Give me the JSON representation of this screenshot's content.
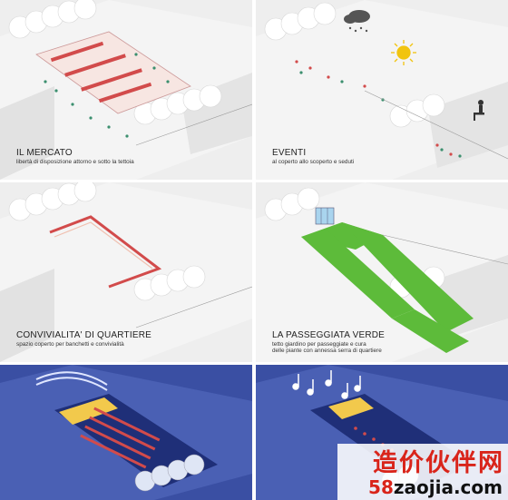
{
  "panels": [
    {
      "title": "IL MERCATO",
      "subtitle": "libertà di disposizione attorno e sotto la tettoia"
    },
    {
      "title": "EVENTI",
      "subtitle": "al coperto allo scoperto e seduti"
    },
    {
      "title": "CONVIVIALITA' DI QUARTIERE",
      "subtitle": "spazio coperto per banchetti e convivialità"
    },
    {
      "title": "LA PASSEGGIATA VERDE",
      "subtitle": "tetto giardino per passeggiate e cura",
      "subtitle2": "delle piante con annessa serra di quartiere"
    }
  ],
  "watermark": {
    "chinese": "造价伙伴网",
    "url_num": "58",
    "url_rest": "zaojia.com"
  },
  "colors": {
    "accent_red": "#d9241a",
    "green_roof": "#5dbb3a",
    "night_blue": "#3a4fa3"
  }
}
